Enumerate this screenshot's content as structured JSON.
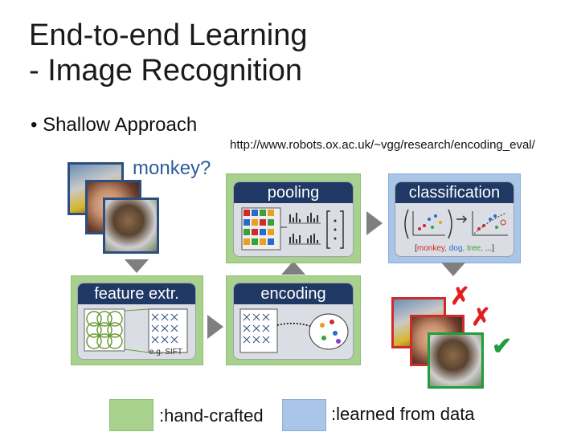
{
  "title_line1": "End-to-end Learning",
  "title_line2": "- Image Recognition",
  "bullet": "Shallow Approach",
  "url": "http://www.robots.ox.ac.uk/~vgg/research/encoding_eval/",
  "query_label": "monkey?",
  "stages": {
    "feature": "feature extr.",
    "encoding": "encoding",
    "pooling": "pooling",
    "classification": "classification"
  },
  "feature_note": "e.g. SIFT",
  "class_labels": {
    "open": "[",
    "monkey": "monkey, ",
    "dog": "dog, ",
    "tree": "tree, ",
    "etc": "...",
    "close": "]"
  },
  "legend": {
    "hand_crafted": ":hand-crafted",
    "learned": ":learned from data"
  },
  "colors": {
    "hand_crafted": "#a9d18e",
    "learned": "#a9c5e8",
    "header": "#1f3864",
    "wrong": "#e02020",
    "correct": "#1f9e3a"
  },
  "results": {
    "wrong_mark": "✗",
    "correct_mark": "✔"
  }
}
